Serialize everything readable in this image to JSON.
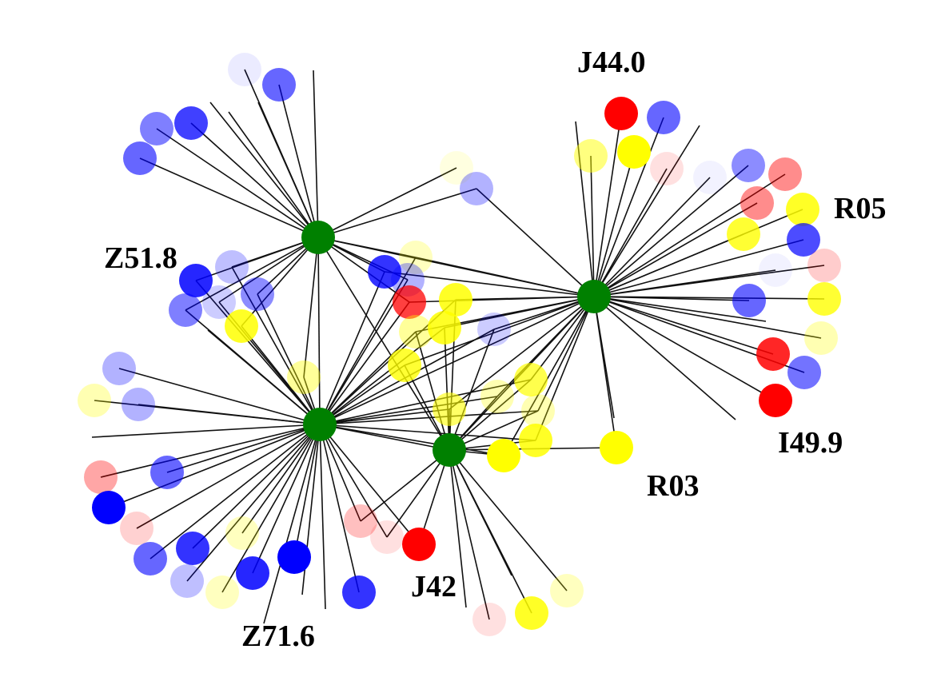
{
  "labels": [
    "J44.0",
    "R05",
    "I49.9",
    "R03",
    "J42",
    "Z71.6",
    "Z51.8"
  ],
  "colors": {
    "hub": "#008000",
    "red": "#ff0000",
    "blue": "#0000ff",
    "yellow": "#ffff00"
  }
}
